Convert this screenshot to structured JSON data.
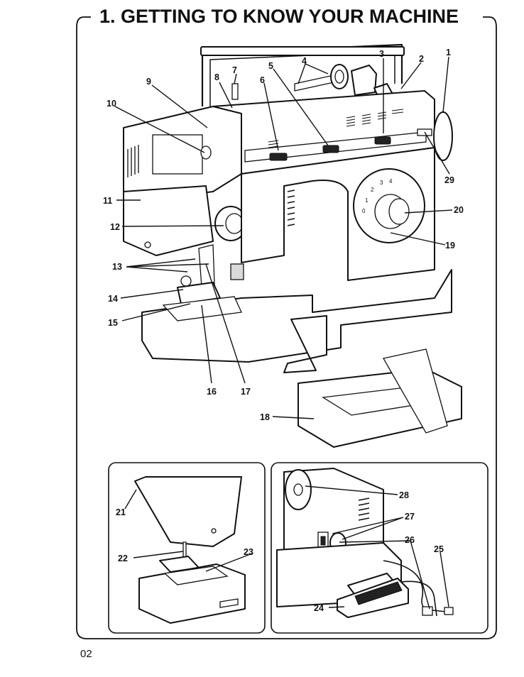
{
  "title": "1. GETTING TO KNOW YOUR MACHINE",
  "page_number": "02",
  "callouts": {
    "n1": "1",
    "n2": "2",
    "n3": "3",
    "n4": "4",
    "n5": "5",
    "n6": "6",
    "n7": "7",
    "n8": "8",
    "n9": "9",
    "n10": "10",
    "n11": "11",
    "n12": "12",
    "n13": "13",
    "n14": "14",
    "n15": "15",
    "n16": "16",
    "n17": "17",
    "n18": "18",
    "n19": "19",
    "n20": "20",
    "n21": "21",
    "n22": "22",
    "n23": "23",
    "n24": "24",
    "n25": "25",
    "n26": "26",
    "n27": "27",
    "n28": "28",
    "n29": "29"
  }
}
